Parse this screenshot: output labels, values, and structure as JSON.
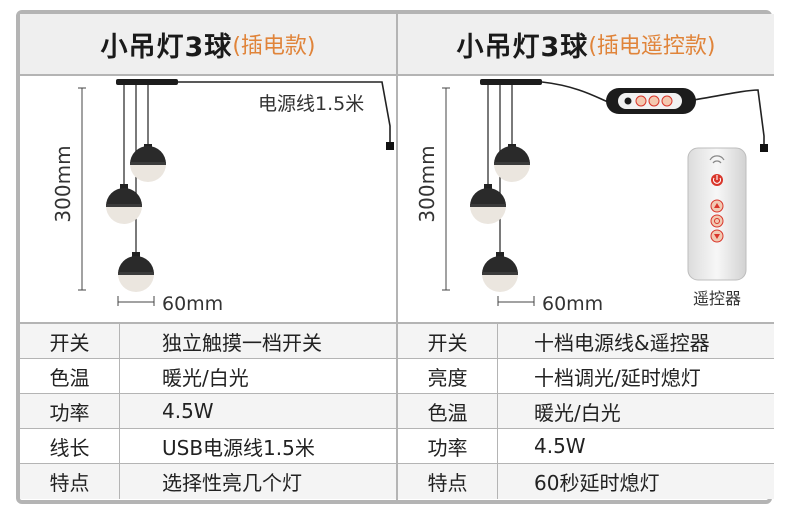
{
  "left": {
    "title_main": "小吊灯3球",
    "title_sub": "(插电款)",
    "dimension_height": "300mm",
    "dimension_width": "60mm",
    "cable_label": "电源线1.5米",
    "specs": [
      {
        "label": "开关",
        "value": "独立触摸一档开关"
      },
      {
        "label": "色温",
        "value": "暖光/白光"
      },
      {
        "label": "功率",
        "value": "4.5W"
      },
      {
        "label": "线长",
        "value": "USB电源线1.5米"
      },
      {
        "label": "特点",
        "value": "选择性亮几个灯"
      }
    ]
  },
  "right": {
    "title_main": "小吊灯3球",
    "title_sub": "(插电遥控款)",
    "dimension_height": "300mm",
    "dimension_width": "60mm",
    "remote_label": "遥控器",
    "specs": [
      {
        "label": "开关",
        "value": "十档电源线&遥控器"
      },
      {
        "label": "亮度",
        "value": "十档调光/延时熄灯"
      },
      {
        "label": "色温",
        "value": "暖光/白光"
      },
      {
        "label": "功率",
        "value": "4.5W"
      },
      {
        "label": "特点",
        "value": "60秒延时熄灯"
      }
    ]
  },
  "colors": {
    "accent_orange": "#e0843a",
    "border_gray": "#b4b4b4",
    "header_bg": "#efefef",
    "remote_red": "#d9362b"
  },
  "icons": {
    "remote_power": "power-icon",
    "remote_up": "triangle-up-icon",
    "remote_down": "triangle-down-icon",
    "remote_cycle": "cycle-icon",
    "remote_signal": "signal-icon"
  }
}
